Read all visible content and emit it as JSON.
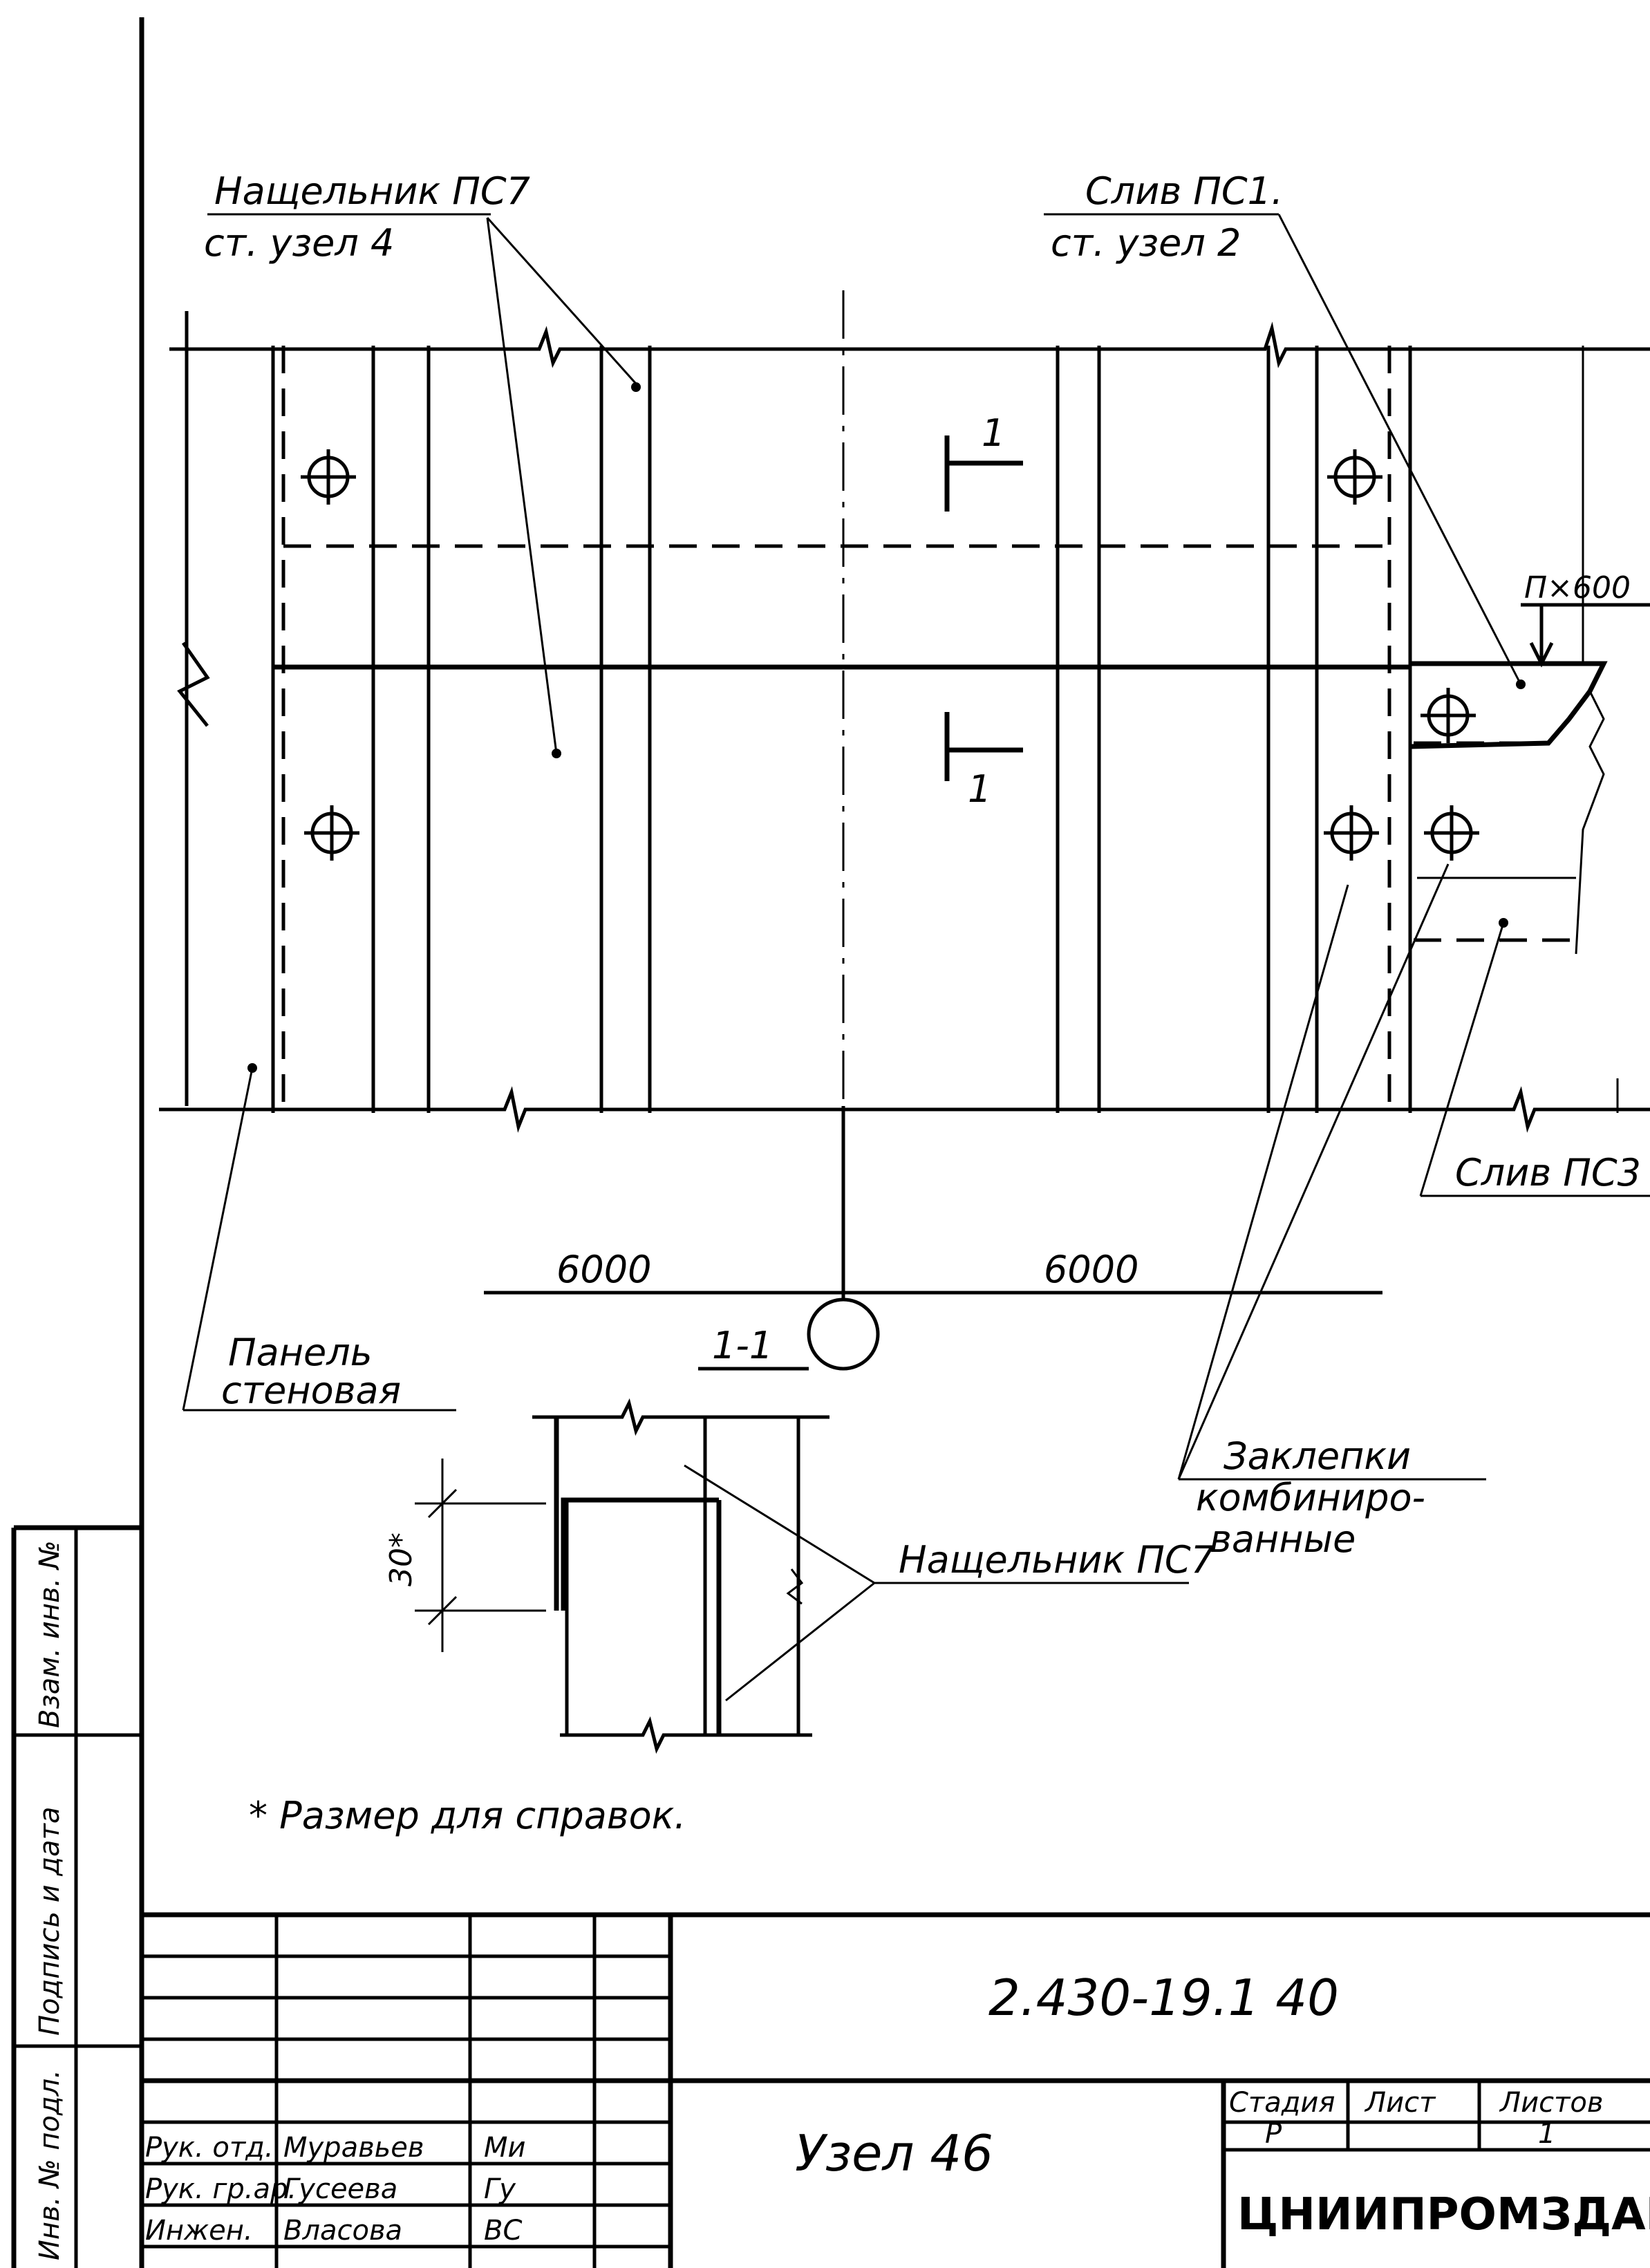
{
  "labels": {
    "nashchelnik_pc7_top": "Нащельник ПС7",
    "st_uzel_4": "ст. узел 4",
    "slov_pc1": "Слив ПС1.",
    "st_uzel_2": "ст. узел 2",
    "section_mark_1_top": "1",
    "section_mark_1_bottom": "1",
    "size_n600": "П×600",
    "slov_pc3": "Слив ПС3",
    "dim_left": "6000",
    "dim_right": "6000",
    "panel_line1": "Панель",
    "panel_line2": "стеновая",
    "section_title": "1-1",
    "zaklepki_line1": "Заклепки",
    "zaklepki_line2": "комбиниро-",
    "zaklepki_line3": "ванные",
    "nashchelnik_pc7_section": "Нащельник ПС7",
    "dim_30": "30*",
    "footnote": "* Размер для справок."
  },
  "title_block": {
    "doc_number": "2.430-19.1 40",
    "sheet_name": "Узел 46",
    "stage_header": "Стадия",
    "sheet_header": "Лист",
    "sheets_header": "Листов",
    "stage_value": "Р",
    "sheet_value": "1",
    "organization": "ЦНИИПРОМЗДАНИЙ",
    "rows": [
      {
        "role": "Рук. отд.",
        "name": "Муравьев",
        "sign": "Ми"
      },
      {
        "role": "Рук. гр.ар.",
        "name": "Гусеева",
        "sign": "Гу"
      },
      {
        "role": "Инжен.",
        "name": "Власова",
        "sign": "ВС"
      }
    ]
  },
  "side_stamp": {
    "inv_podl": "Инв. № подл.",
    "podpis_data": "Подпись и дата",
    "vzam_inv": "Взам. инв. №"
  }
}
